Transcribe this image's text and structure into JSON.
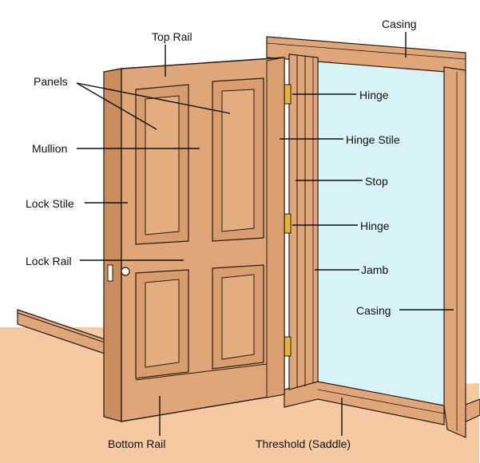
{
  "colors": {
    "wood": "#dfa679",
    "wood_dark": "#c98d5e",
    "wood_light": "#ebbd92",
    "outline": "#2a1a10",
    "glass": "#d7f3f7",
    "floor": "#f5c9a2",
    "leader": "#111111",
    "hinge": "#e3b53a"
  },
  "labels": {
    "casing_top": "Casing",
    "top_rail": "Top Rail",
    "panels": "Panels",
    "hinge_top": "Hinge",
    "mullion": "Mullion",
    "hinge_stile": "Hinge Stile",
    "stop": "Stop",
    "lock_stile": "Lock Stile",
    "hinge_bottom": "Hinge",
    "lock_rail": "Lock Rail",
    "jamb": "Jamb",
    "casing_right": "Casing",
    "bottom_rail": "Bottom Rail",
    "threshold": "Threshold (Saddle)"
  }
}
